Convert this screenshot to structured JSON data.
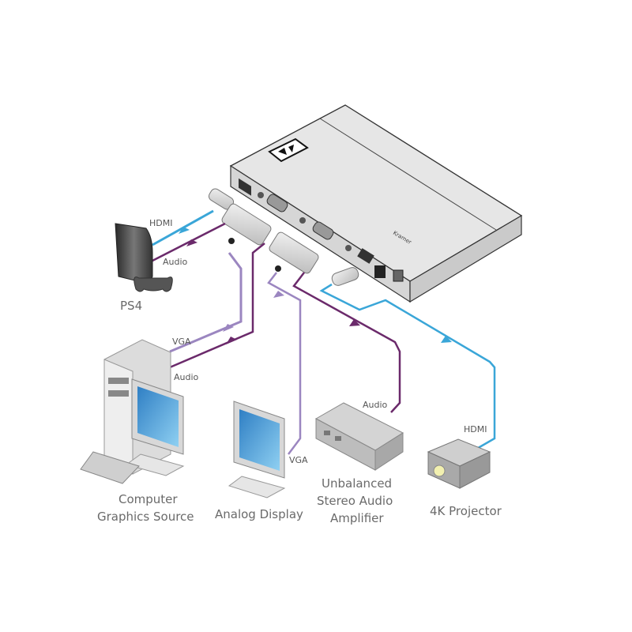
{
  "colors": {
    "hdmi_cable": "#3aa6d8",
    "audio_cable": "#6b2a6b",
    "vga_cable": "#9b86c0",
    "device_body": "#e4e4e4",
    "screen_blue": "#4a9fd8",
    "text": "#6a6a6a"
  },
  "switcher": {
    "brand_logo": "kramer-logo-icon",
    "model_text": "Kramer"
  },
  "devices": {
    "ps4": {
      "label": "PS4"
    },
    "computer": {
      "label_line1": "Computer",
      "label_line2": "Graphics Source"
    },
    "analog_display": {
      "label": "Analog Display"
    },
    "amplifier": {
      "label_line1": "Unbalanced",
      "label_line2": "Stereo Audio",
      "label_line3": "Amplifier"
    },
    "projector": {
      "label": "4K Projector"
    }
  },
  "cables": {
    "ps4_hdmi": "HDMI",
    "ps4_audio": "Audio",
    "pc_vga": "VGA",
    "pc_audio": "Audio",
    "display_vga": "VGA",
    "amp_audio": "Audio",
    "proj_hdmi": "HDMI"
  }
}
